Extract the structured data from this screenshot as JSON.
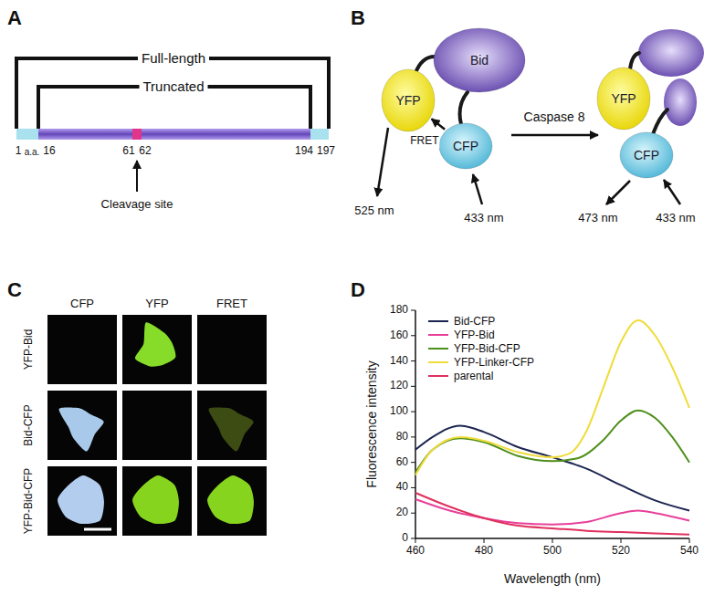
{
  "diagram": {
    "nodes": [
      {
        "text": [
          "YFP"
        ]
      },
      {
        "text": [
          "Bid"
        ]
      },
      {
        "text": [
          "CFP"
        ]
      },
      {
        "text": [
          "YFP"
        ]
      },
      {
        "text": [
          "CFP"
        ]
      }
    ],
    "edges": [
      {
        "from": 2,
        "to": 0,
        "arrow": "to",
        "label": "FRET"
      }
    ],
    "labels": [
      "A",
      "Full-length",
      "Truncated",
      "1",
      "a.a.",
      "16",
      "61",
      "62",
      "Cleavage site",
      "194",
      "197",
      "B",
      "525 nm",
      "433 nm",
      "Caspase 8",
      "473 nm",
      "433 nm",
      "C",
      "CFP",
      "YFP",
      "FRET",
      "YFP-Bid",
      "Bid-CFP",
      "YFP-Bid-CFP",
      "D",
      "0",
      "20",
      "40",
      "60",
      "80",
      "100",
      "120",
      "140",
      "160",
      "180",
      "460",
      "480",
      "500",
      "520",
      "540",
      "Fluorescence intensity",
      "Wavelength (nm)"
    ],
    "legend": [
      {
        "text": "Bid-CFP"
      },
      {
        "text": "YFP-Bid"
      },
      {
        "text": "YFP-Bid-CFP"
      },
      {
        "text": "YFP-Linker-CFP"
      },
      {
        "text": "parental"
      }
    ]
  }
}
